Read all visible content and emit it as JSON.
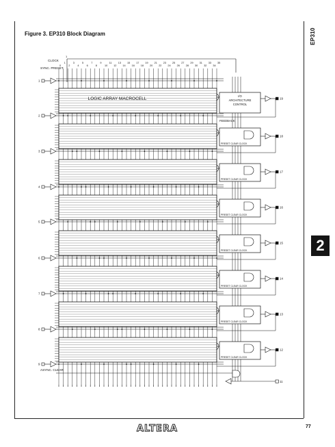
{
  "figure": {
    "title": "Figure 3. EP310 Block Diagram",
    "side_tag": "EP310",
    "section_number": "2",
    "page_number": "77",
    "logo_text": "ALTERA"
  },
  "diagram": {
    "clock_label": "CLOCK",
    "sync_preset_label": "SYNC. PRESET",
    "async_clear_label": "ASYNC. CLEAR",
    "macrocell_label": "LOGIC ARRAY MACROCELL",
    "io_control_label": "I/O ARCHITECTURE CONTROL",
    "feedback_label": "FEEDBACK",
    "register_label": "PRESET CLEAR CLOCK",
    "column_numbers": [
      "0",
      "1",
      "2",
      "3",
      "4",
      "5",
      "6",
      "7",
      "8",
      "9",
      "10",
      "11",
      "12",
      "13",
      "14",
      "15",
      "16",
      "17",
      "18",
      "19",
      "20",
      "21",
      "22",
      "23",
      "24",
      "25",
      "26",
      "27",
      "28",
      "29",
      "30",
      "31",
      "32",
      "33",
      "34",
      "35"
    ],
    "clock_pin": "1",
    "input_pins": [
      "1",
      "2",
      "3",
      "4",
      "5",
      "6",
      "7",
      "8",
      "9"
    ],
    "output_pins": [
      "19",
      "18",
      "17",
      "16",
      "15",
      "14",
      "13",
      "12"
    ],
    "bottom_pin": "11"
  }
}
